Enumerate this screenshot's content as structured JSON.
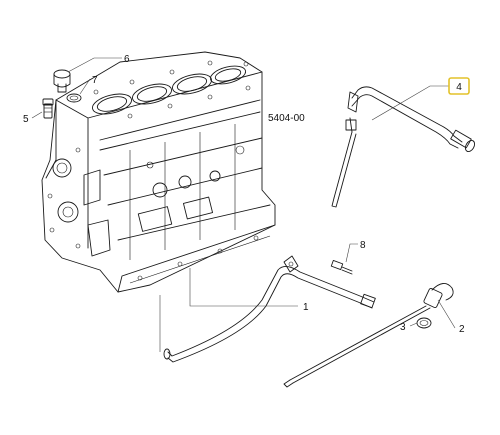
{
  "diagram": {
    "reference_code": "5404-00",
    "callouts": [
      {
        "id": "1",
        "label": "1"
      },
      {
        "id": "2",
        "label": "2"
      },
      {
        "id": "3",
        "label": "3"
      },
      {
        "id": "4",
        "label": "4"
      },
      {
        "id": "5",
        "label": "5"
      },
      {
        "id": "6",
        "label": "6"
      },
      {
        "id": "7",
        "label": "7"
      },
      {
        "id": "8",
        "label": "8"
      }
    ],
    "highlight_color": "#e3c22a",
    "line_color": "#1a1a1a"
  }
}
